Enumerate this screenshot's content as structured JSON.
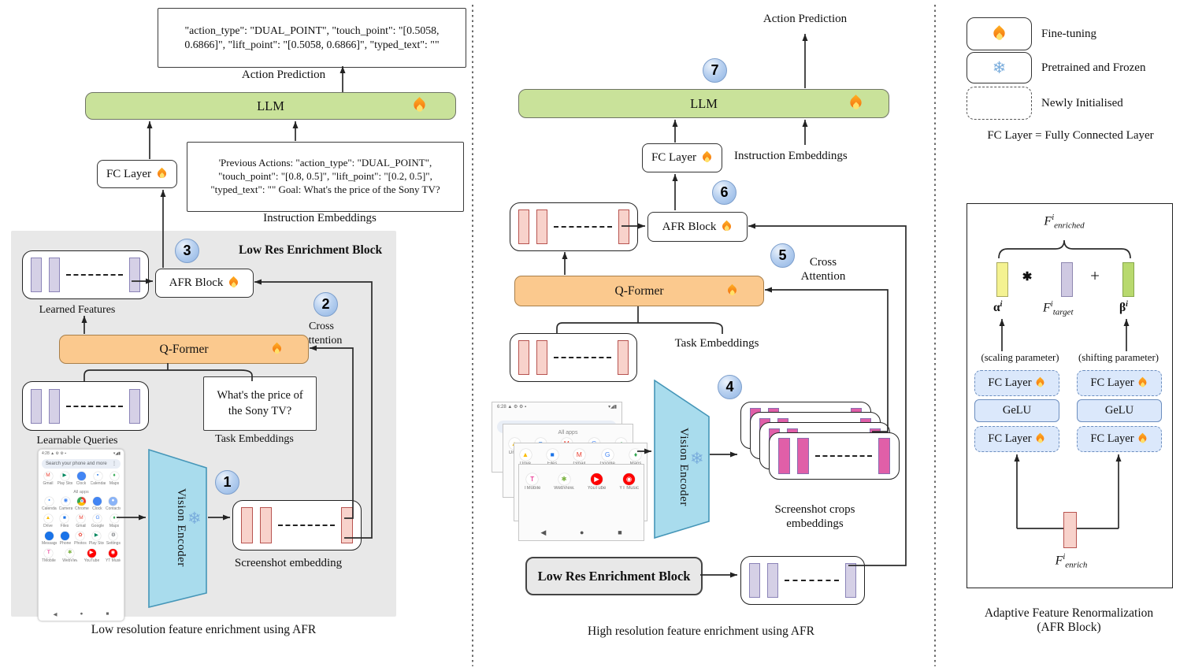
{
  "low": {
    "caption": "Low resolution feature enrichment using AFR",
    "action_output": "\"action_type\": \"DUAL_POINT\", \"touch_point\": \"[0.5058, 0.6866]\", \"lift_point\": \"[0.5058, 0.6866]\", \"typed_text\": \"\"",
    "action_prediction": "Action Prediction",
    "llm": "LLM",
    "fc_layer": "FC Layer",
    "instruction_text": "'Previous Actions: \"action_type\": \"DUAL_POINT\", \"touch_point\": \"[0.8, 0.5]\", \"lift_point\": \"[0.2, 0.5]\", \"typed_text\": \"\" Goal: What's the price of the Sony TV?",
    "instruction_label": "Instruction Embeddings",
    "step1": "1",
    "step2": "2",
    "step3": "3",
    "block_title": "Low Res Enrichment Block",
    "afr_block": "AFR Block",
    "learned_features": "Learned Features",
    "cross_1": "Cross",
    "cross_2": "Attention",
    "qformer": "Q-Former",
    "learnable_queries": "Learnable Queries",
    "task_text": "What's the price of the Sony TV?",
    "task_label": "Task Embeddings",
    "vision_encoder": "Vision Encoder",
    "screenshot_embedding": "Screenshot embedding"
  },
  "high": {
    "caption": "High resolution feature enrichment using AFR",
    "action_prediction": "Action Prediction",
    "step4": "4",
    "step5": "5",
    "step6": "6",
    "step7": "7",
    "llm": "LLM",
    "fc_layer": "FC Layer",
    "instruction_label": "Instruction Embeddings",
    "afr_block": "AFR Block",
    "cross_1": "Cross",
    "cross_2": "Attention",
    "qformer": "Q-Former",
    "task_label": "Task Embeddings",
    "vision_encoder": "Vision Encoder",
    "crops_label_1": "Screenshot crops",
    "crops_label_2": "embeddings",
    "low_res_block": "Low Res Enrichment Block"
  },
  "legend": {
    "fine_tuning": "Fine-tuning",
    "pretrained": "Pretrained and Frozen",
    "newly_init": "Newly Initialised",
    "note": "FC Layer = Fully Connected Layer"
  },
  "afr": {
    "caption_1": "Adaptive Feature Renormalization",
    "caption_2": "(AFR Block)",
    "f_enriched": {
      "base": "F",
      "sup": "i",
      "sub": "enriched"
    },
    "f_target": {
      "base": "F",
      "sup": "i",
      "sub": "target"
    },
    "f_enrich": {
      "base": "F",
      "sup": "i",
      "sub": "enrich"
    },
    "alpha": {
      "base": "α",
      "sup": "i"
    },
    "beta": {
      "base": "β",
      "sup": "i"
    },
    "star": "✱",
    "plus": "+",
    "scaling": "(scaling parameter)",
    "shifting": "(shifting parameter)",
    "fc_layer": "FC Layer",
    "gelu": "GeLU"
  },
  "phone": {
    "status_left": "4:28 ▲ ⚙ ⚙ ▪",
    "status_right": "▾◢▮",
    "search": "Search your phone and more",
    "search_trailing": "⋮",
    "all_apps": "All apps",
    "rows": [
      [
        {
          "label": "Gmail",
          "bg": "#ffffff",
          "glyph": "M",
          "fg": "#ea4335"
        },
        {
          "label": "Play Store",
          "bg": "#ffffff",
          "glyph": "▶",
          "fg": "#01875f"
        },
        {
          "label": "Clock",
          "bg": "#4285f4",
          "glyph": "",
          "fg": ""
        },
        {
          "label": "Calendar",
          "bg": "#ffffff",
          "glyph": "▪",
          "fg": "#1a73e8"
        },
        {
          "label": "Maps",
          "bg": "#ffffff",
          "glyph": "♦",
          "fg": "#34a853"
        }
      ],
      [
        {
          "label": "Calendar",
          "bg": "#ffffff",
          "glyph": "▪",
          "fg": "#1a73e8"
        },
        {
          "label": "Camera",
          "bg": "#ffffff",
          "glyph": "◉",
          "fg": "#4285f4"
        },
        {
          "label": "Chrome",
          "bg": "chrome",
          "glyph": "",
          "fg": ""
        },
        {
          "label": "Clock",
          "bg": "#4285f4",
          "glyph": "",
          "fg": ""
        },
        {
          "label": "Contacts",
          "bg": "#8ab4f8",
          "glyph": "●",
          "fg": "#ffffff"
        }
      ],
      [
        {
          "label": "Drive",
          "bg": "#ffffff",
          "glyph": "▲",
          "fg": "#fbbc04"
        },
        {
          "label": "Files",
          "bg": "#ffffff",
          "glyph": "■",
          "fg": "#1a73e8"
        },
        {
          "label": "Gmail",
          "bg": "#ffffff",
          "glyph": "M",
          "fg": "#ea4335"
        },
        {
          "label": "Google",
          "bg": "#ffffff",
          "glyph": "G",
          "fg": "#4285f4"
        },
        {
          "label": "Maps",
          "bg": "#ffffff",
          "glyph": "♦",
          "fg": "#34a853"
        }
      ],
      [
        {
          "label": "Messages",
          "bg": "#1a73e8",
          "glyph": "",
          "fg": ""
        },
        {
          "label": "Phone",
          "bg": "#1a73e8",
          "glyph": "",
          "fg": ""
        },
        {
          "label": "Photos",
          "bg": "#ffffff",
          "glyph": "✿",
          "fg": "#ea4335"
        },
        {
          "label": "Play Store",
          "bg": "#ffffff",
          "glyph": "▶",
          "fg": "#01875f"
        },
        {
          "label": "Settings",
          "bg": "#ffffff",
          "glyph": "⚙",
          "fg": "#5f6368"
        }
      ],
      [
        {
          "label": "TMobile",
          "bg": "#ffffff",
          "glyph": "T",
          "fg": "#e20074"
        },
        {
          "label": "WebView...",
          "bg": "#ffffff",
          "glyph": "✱",
          "fg": "#7cb342"
        },
        {
          "label": "YouTube",
          "bg": "#ff0000",
          "glyph": "▶",
          "fg": "#ffffff"
        },
        {
          "label": "YT Music",
          "bg": "#ff0000",
          "glyph": "◉",
          "fg": "#ffffff"
        }
      ]
    ],
    "nav": [
      "◀",
      "●",
      "■"
    ]
  },
  "crops": {
    "status_left": "6:28 ▲ ⚙ ⚙ ▪",
    "status_right": "▾◢▮",
    "search": "Search your phone and more",
    "search_trailing": "⋮",
    "all_apps": "All apps",
    "row_a": [
      {
        "label": "Drive",
        "bg": "#ffffff",
        "glyph": "▲",
        "fg": "#fbbc04"
      },
      {
        "label": "Files",
        "bg": "#ffffff",
        "glyph": "■",
        "fg": "#1a73e8"
      },
      {
        "label": "Gmail",
        "bg": "#ffffff",
        "glyph": "M",
        "fg": "#ea4335"
      },
      {
        "label": "Google",
        "bg": "#ffffff",
        "glyph": "G",
        "fg": "#4285f4"
      },
      {
        "label": "Maps",
        "bg": "#ffffff",
        "glyph": "♦",
        "fg": "#34a853"
      }
    ],
    "row_b": [
      {
        "label": "TMobile",
        "bg": "#ffffff",
        "glyph": "T",
        "fg": "#e20074"
      },
      {
        "label": "WebView...",
        "bg": "#ffffff",
        "glyph": "✱",
        "fg": "#7cb342"
      },
      {
        "label": "YouTube",
        "bg": "#ff0000",
        "glyph": "▶",
        "fg": "#ffffff"
      },
      {
        "label": "YT Music",
        "bg": "#ff0000",
        "glyph": "◉",
        "fg": "#ffffff"
      }
    ],
    "nav": [
      "◀",
      "●",
      "■"
    ]
  }
}
